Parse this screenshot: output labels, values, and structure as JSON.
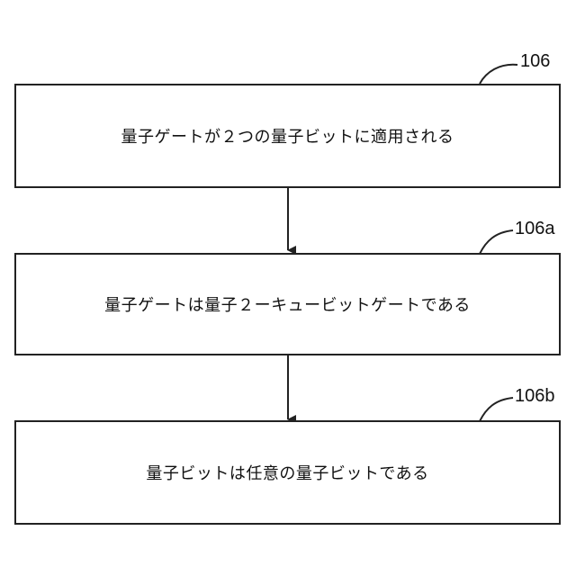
{
  "flowchart": {
    "steps": [
      {
        "ref": "106",
        "text": "量子ゲートが２つの量子ビットに適用される"
      },
      {
        "ref": "106a",
        "text": "量子ゲートは量子２ーキュービットゲートである"
      },
      {
        "ref": "106b",
        "text": "量子ビットは任意の量子ビットである"
      }
    ]
  }
}
